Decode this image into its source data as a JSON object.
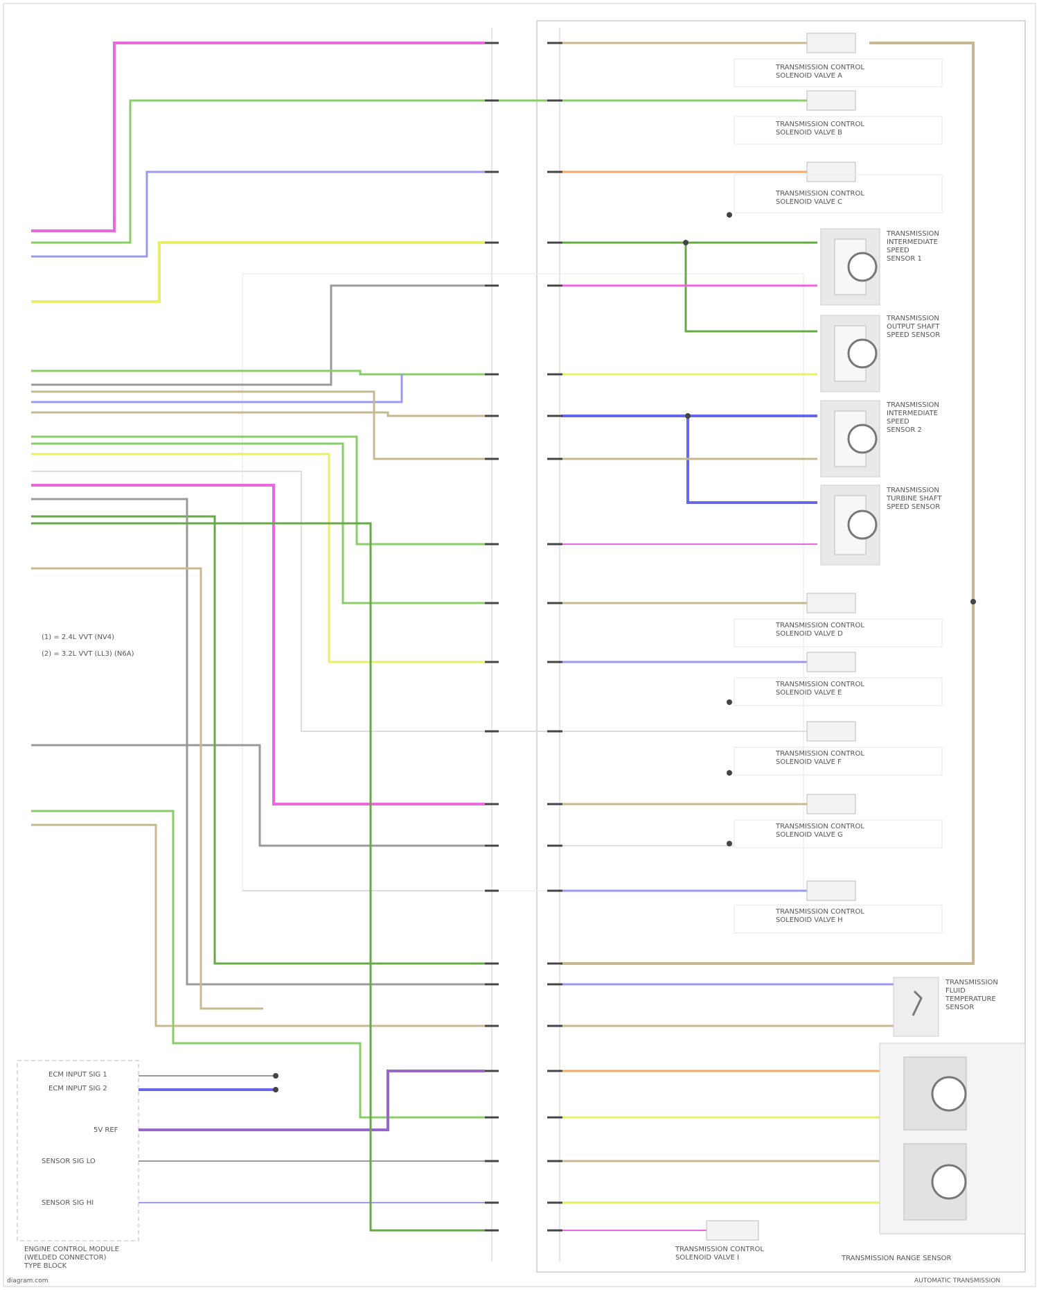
{
  "wire_colors": {
    "pink": "#ee66dd",
    "green": "#88cc66",
    "lavender": "#9999ee",
    "yellow": "#e8ee66",
    "gray": "#999999",
    "tan": "#c8b890",
    "orange": "#f4aa66",
    "blue": "#6666ee",
    "darkgreen": "#66aa44",
    "purple": "#9966cc",
    "light": "#dddddd"
  },
  "legend": [
    {
      "id": "pin-legend-1",
      "text": "(1) = 2.4L VVT (NV4)"
    },
    {
      "id": "pin-legend-2",
      "text": "(2) = 3.2L VVT (LL3) (N6A)"
    }
  ],
  "components": [
    {
      "id": "ssa",
      "lines": [
        "TRANSMISSION CONTROL",
        "SOLENOID VALVE A"
      ]
    },
    {
      "id": "ssb",
      "lines": [
        "TRANSMISSION CONTROL",
        "SOLENOID VALVE B"
      ]
    },
    {
      "id": "ssc",
      "lines": [
        "TRANSMISSION CONTROL",
        "SOLENOID VALVE C"
      ]
    },
    {
      "id": "iss1",
      "lines": [
        "TRANSMISSION",
        "INTERMEDIATE",
        "SPEED",
        "SENSOR 1"
      ]
    },
    {
      "id": "oss",
      "lines": [
        "TRANSMISSION",
        "OUTPUT SHAFT",
        "SPEED SENSOR"
      ]
    },
    {
      "id": "iss2",
      "lines": [
        "TRANSMISSION",
        "INTERMEDIATE",
        "SPEED",
        "SENSOR 2"
      ]
    },
    {
      "id": "tss",
      "lines": [
        "TRANSMISSION",
        "TURBINE SHAFT",
        "SPEED SENSOR"
      ]
    },
    {
      "id": "ssd",
      "lines": [
        "TRANSMISSION CONTROL",
        "SOLENOID VALVE D"
      ]
    },
    {
      "id": "sse",
      "lines": [
        "TRANSMISSION CONTROL",
        "SOLENOID VALVE E"
      ]
    },
    {
      "id": "ssf",
      "lines": [
        "TRANSMISSION CONTROL",
        "SOLENOID VALVE F"
      ]
    },
    {
      "id": "ssg",
      "lines": [
        "TRANSMISSION CONTROL",
        "SOLENOID VALVE G"
      ]
    },
    {
      "id": "ssh",
      "lines": [
        "TRANSMISSION CONTROL",
        "SOLENOID VALVE H"
      ]
    },
    {
      "id": "tft",
      "lines": [
        "TRANSMISSION",
        "FLUID",
        "TEMPERATURE",
        "SENSOR"
      ]
    },
    {
      "id": "tcc",
      "lines": [
        "TRANSMISSION CONTROL",
        "SOLENOID VALVE I"
      ]
    },
    {
      "id": "trs",
      "lines": [
        "TRANSMISSION RANGE SENSOR"
      ]
    },
    {
      "id": "pcm",
      "lines": [
        "ENGINE CONTROL MODULE",
        "(WELDED CONNECTOR)",
        "TYPE BLOCK"
      ]
    }
  ],
  "bottom_pins": [
    {
      "id": "ecm-pin-1",
      "text": "ECM INPUT SIG 1"
    },
    {
      "id": "ecm-pin-2",
      "text": "ECM INPUT SIG 2"
    },
    {
      "id": "ecm-pin-3",
      "text": "5V REF"
    },
    {
      "id": "ecm-pin-4",
      "text": "SENSOR SIG LO"
    },
    {
      "id": "ecm-pin-5",
      "text": "SENSOR SIG HI"
    }
  ],
  "footer": {
    "left": "diagram.com",
    "right": "AUTOMATIC TRANSMISSION"
  }
}
